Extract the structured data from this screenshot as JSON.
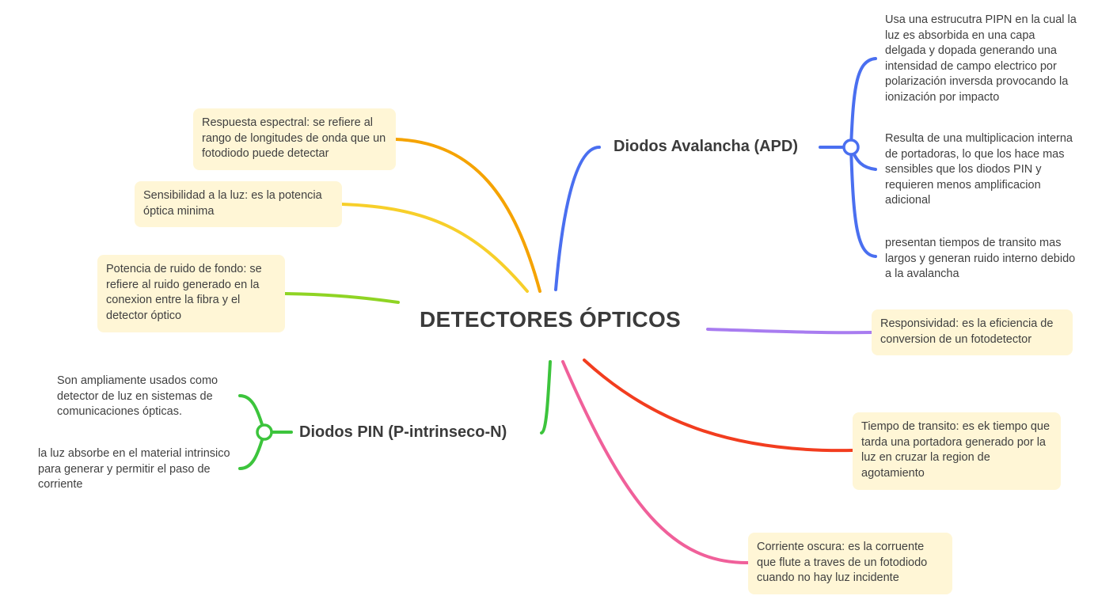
{
  "central_topic": "DETECTORES ÓPTICOS",
  "branches": {
    "apd": {
      "title": "Diodos Avalancha (APD)",
      "color": "#4a6ff0",
      "children": [
        "Usa una estrucutra PIPN en la cual la luz es absorbida en una capa delgada y dopada generando una intensidad de campo electrico por polarización inversda provocando la ionización por impacto",
        "Resulta de una multiplicacion interna de portadoras, lo que los hace mas sensibles que los diodos PIN y requieren menos amplificacion adicional",
        "presentan tiempos de transito mas largos y generan ruido interno debido a la avalancha"
      ]
    },
    "pin": {
      "title": "Diodos PIN (P-intrinseco-N)",
      "color": "#3cc43c",
      "children": [
        "Son ampliamente usados como detector de luz en sistemas de comunicaciones ópticas.",
        "la luz absorbe en el material intrinsico para generar y permitir el paso de corriente"
      ]
    }
  },
  "notes": {
    "respuesta_espectral": {
      "text": "Respuesta espectral: se refiere al rango de longitudes de onda que un fotodiodo puede detectar",
      "color": "#f5a300"
    },
    "sensibilidad": {
      "text": "Sensibilidad a la luz: es la potencia óptica minima",
      "color": "#f7cf2a"
    },
    "potencia_ruido": {
      "text": "Potencia de ruido de fondo: se refiere al ruido generado en la conexion entre la fibra y el detector óptico",
      "color": "#8fd424"
    },
    "responsividad": {
      "text": "Responsividad: es la eficiencia de conversion de un fotodetector",
      "color": "#a87cf0"
    },
    "tiempo_transito": {
      "text": "Tiempo de transito: es ek tiempo que tarda una portadora generado por la luz en cruzar la region de agotamiento",
      "color": "#f23d1f"
    },
    "corriente_oscura": {
      "text": "Corriente oscura: es la corruente que flute a traves de un fotodiodo cuando no hay luz incidente",
      "color": "#f0609a"
    }
  },
  "note_background": "#fff6d6"
}
